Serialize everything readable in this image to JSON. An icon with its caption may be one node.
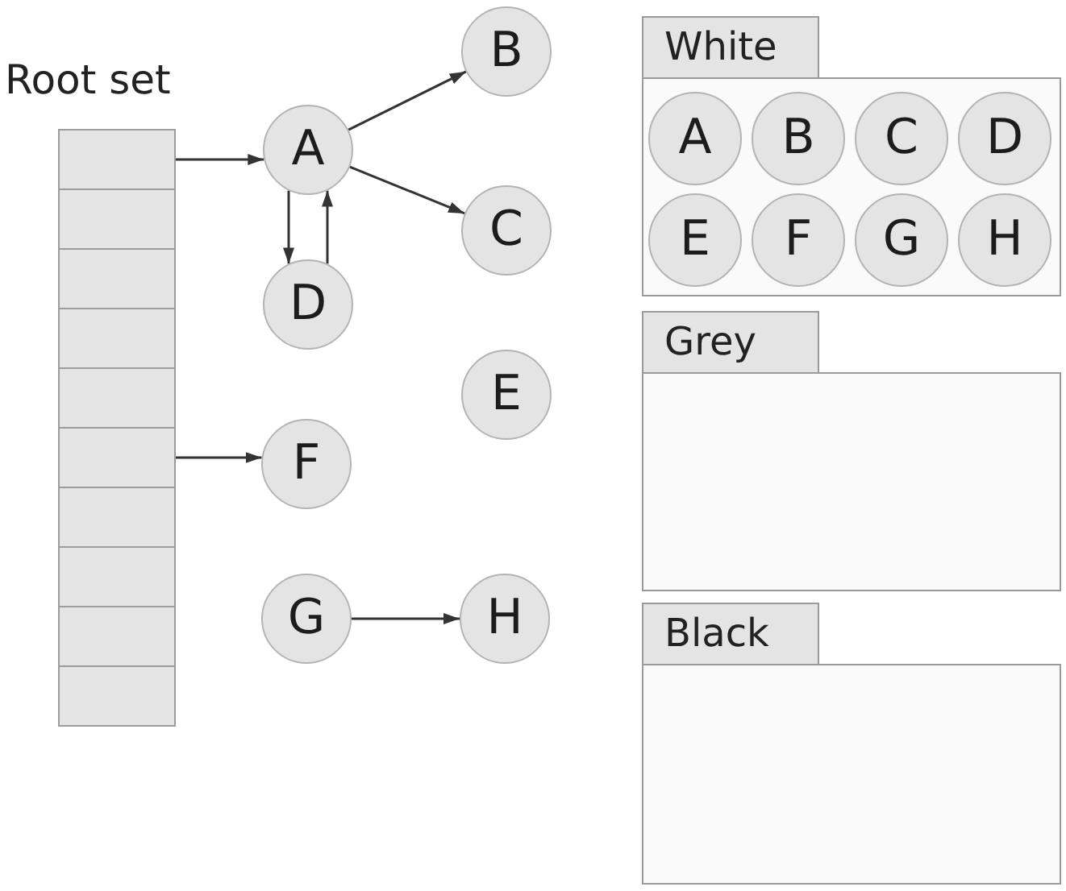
{
  "diagram": {
    "nodes": [
      {
        "text": [
          "Root set"
        ]
      },
      {
        "text": [],
        "shape": "box",
        "in": 0
      },
      {
        "text": [],
        "shape": "box",
        "in": 0
      },
      {
        "text": [],
        "shape": "box",
        "in": 0
      },
      {
        "text": [],
        "shape": "box",
        "in": 0
      },
      {
        "text": [],
        "shape": "box",
        "in": 0
      },
      {
        "text": [],
        "shape": "box",
        "in": 0
      },
      {
        "text": [],
        "shape": "box",
        "in": 0
      },
      {
        "text": [],
        "shape": "box",
        "in": 0
      },
      {
        "text": [],
        "shape": "box",
        "in": 0
      },
      {
        "text": [],
        "shape": "box",
        "in": 0
      },
      {
        "text": [
          "A"
        ]
      },
      {
        "text": [
          "B"
        ]
      },
      {
        "text": [
          "C"
        ]
      },
      {
        "text": [
          "D"
        ]
      },
      {
        "text": [
          "E"
        ]
      },
      {
        "text": [
          "F"
        ]
      },
      {
        "text": [
          "G"
        ]
      },
      {
        "text": [
          "H"
        ]
      },
      {
        "text": [
          "White"
        ]
      },
      {
        "text": [
          "A"
        ],
        "in": 19
      },
      {
        "text": [
          "B"
        ],
        "in": 19
      },
      {
        "text": [
          "C"
        ],
        "in": 19
      },
      {
        "text": [
          "D"
        ],
        "in": 19
      },
      {
        "text": [
          "E"
        ],
        "in": 19
      },
      {
        "text": [
          "F"
        ],
        "in": 19
      },
      {
        "text": [
          "G"
        ],
        "in": 19
      },
      {
        "text": [
          "H"
        ],
        "in": 19
      },
      {
        "text": [
          "Grey"
        ]
      },
      {
        "text": [
          "Black"
        ]
      }
    ],
    "edges": [
      {
        "from": 1,
        "to": 11,
        "arrow": "to"
      },
      {
        "from": 11,
        "to": 12,
        "arrow": "to"
      },
      {
        "from": 11,
        "to": 13,
        "arrow": "to"
      },
      {
        "from": 11,
        "to": 14,
        "arrow": "to"
      },
      {
        "from": 14,
        "to": 11,
        "arrow": "to"
      },
      {
        "from": 6,
        "to": 16,
        "arrow": "to"
      },
      {
        "from": 17,
        "to": 18,
        "arrow": "to"
      }
    ]
  }
}
